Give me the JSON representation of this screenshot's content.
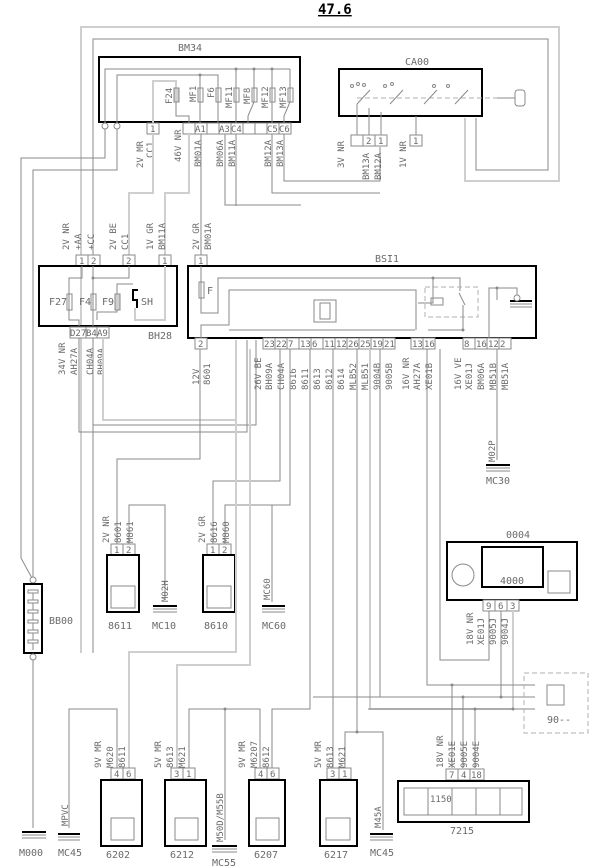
{
  "page": {
    "title": "47.6"
  },
  "components": {
    "bm34": {
      "label": "BM34",
      "fuses": [
        "F24",
        "MF1",
        "F6",
        "MF11",
        "MF8",
        "MF12",
        "MF13"
      ],
      "pins": [
        "1",
        "A1",
        "A3",
        "C4",
        "C5",
        "C6"
      ],
      "wires": {
        "cc1": [
          "2V MR",
          "CC1"
        ],
        "nr46": "46V NR",
        "bm01a": "BM01A",
        "bm06a": "BM06A",
        "bm11a": "BM11A",
        "bm12a": "BM12A",
        "bm13a": "BM13A"
      }
    },
    "ca00": {
      "label": "CA00",
      "pins": [
        "2",
        "1",
        "1"
      ],
      "wires": {
        "w3v": [
          "3V NR",
          "BM13A",
          "BM12A"
        ],
        "w1v": "1V NR"
      }
    },
    "bh28": {
      "label": "BH28",
      "fuses": [
        "F27",
        "F4",
        "F9",
        "SH"
      ],
      "top_pins": [
        "1",
        "2",
        "2",
        "1"
      ],
      "bottom_pins": [
        "D27",
        "B4",
        "A9"
      ],
      "top_wires": [
        [
          "2V NR",
          "+AA"
        ],
        "+CC",
        [
          "2V BE",
          "CC1"
        ],
        [
          "1V GR",
          "BM11A"
        ]
      ],
      "bottom_wires": [
        [
          "34V NR",
          "AH27A"
        ],
        "CH04A",
        "BH09A"
      ]
    },
    "bsi1": {
      "label": "BSI1",
      "fuse": "F",
      "top_pin": "1",
      "top_wire": [
        "2V GR",
        "BM01A"
      ],
      "left_pin": "2",
      "left_wire": [
        "12V",
        "8601"
      ],
      "pins": [
        "23",
        "22",
        "7",
        "13",
        "6",
        "11",
        "12",
        "26",
        "25",
        "19",
        "21"
      ],
      "pin_wires": [
        [
          "26V BE",
          "BH09A"
        ],
        "CH04A",
        "8616",
        "8611",
        "8613",
        "8612",
        "8614",
        "MLB52",
        "MLB51",
        "9004B",
        "9005B"
      ],
      "right_pins_a": [
        "13",
        "16"
      ],
      "right_wires_a": [
        [
          "16V NR",
          "AH27A"
        ],
        "XE01B"
      ],
      "right_pins_b": [
        "8",
        "16",
        "12",
        "2"
      ],
      "right_wires_b": [
        [
          "16V VE",
          "XE01J"
        ],
        "BM06A",
        "MB51B",
        "MB51A"
      ]
    },
    "mc30": {
      "wire": "M02P",
      "label": "MC30"
    },
    "c8611": {
      "label": "8611",
      "pins": [
        "1",
        "2"
      ],
      "wires": [
        [
          "2V NR",
          "8601"
        ],
        "M861"
      ]
    },
    "mc10": {
      "wire": "M02H",
      "label": "MC10"
    },
    "c8610": {
      "label": "8610",
      "pins": [
        "1",
        "2"
      ],
      "wires": [
        [
          "2V GR",
          "8616"
        ],
        "M860"
      ]
    },
    "mc60": {
      "wire": "MC60",
      "label": "MC60"
    },
    "c0004": {
      "label": "0004",
      "inner": "4000",
      "pins": [
        "9",
        "6",
        "3"
      ],
      "wires": [
        [
          "18V NR",
          "XE01J"
        ],
        "9005J",
        "9004J"
      ]
    },
    "bb00": {
      "label": "BB00"
    },
    "c90": {
      "label": "90--"
    },
    "m000": {
      "label": "M000"
    },
    "mc45a": {
      "wire": "MPVC",
      "label": "MC45"
    },
    "c6202": {
      "label": "6202",
      "pins": [
        "4",
        "6"
      ],
      "wires": [
        [
          "9V MR",
          "M620"
        ],
        "8611"
      ]
    },
    "c6212": {
      "label": "6212",
      "pins": [
        "3",
        "1"
      ],
      "wires": [
        [
          "5V MR",
          "8613"
        ],
        "M621"
      ]
    },
    "mc55": {
      "wire": "M50D/M55B",
      "label": "MC55"
    },
    "c6207": {
      "label": "6207",
      "pins": [
        "4",
        "6"
      ],
      "wires": [
        [
          "9V MR",
          "M6207"
        ],
        "8612"
      ]
    },
    "c6217": {
      "label": "6217",
      "pins": [
        "3",
        "1"
      ],
      "wires": [
        [
          "5V MR",
          "8613"
        ],
        "M621"
      ]
    },
    "mc45b": {
      "wire": "M45A",
      "label": "MC45"
    },
    "c7215": {
      "label": "7215",
      "display": "1150",
      "pins": [
        "7",
        "4",
        "18"
      ],
      "wires": [
        [
          "18V NR",
          "XE01E"
        ],
        "9005E",
        "9004E"
      ]
    }
  }
}
